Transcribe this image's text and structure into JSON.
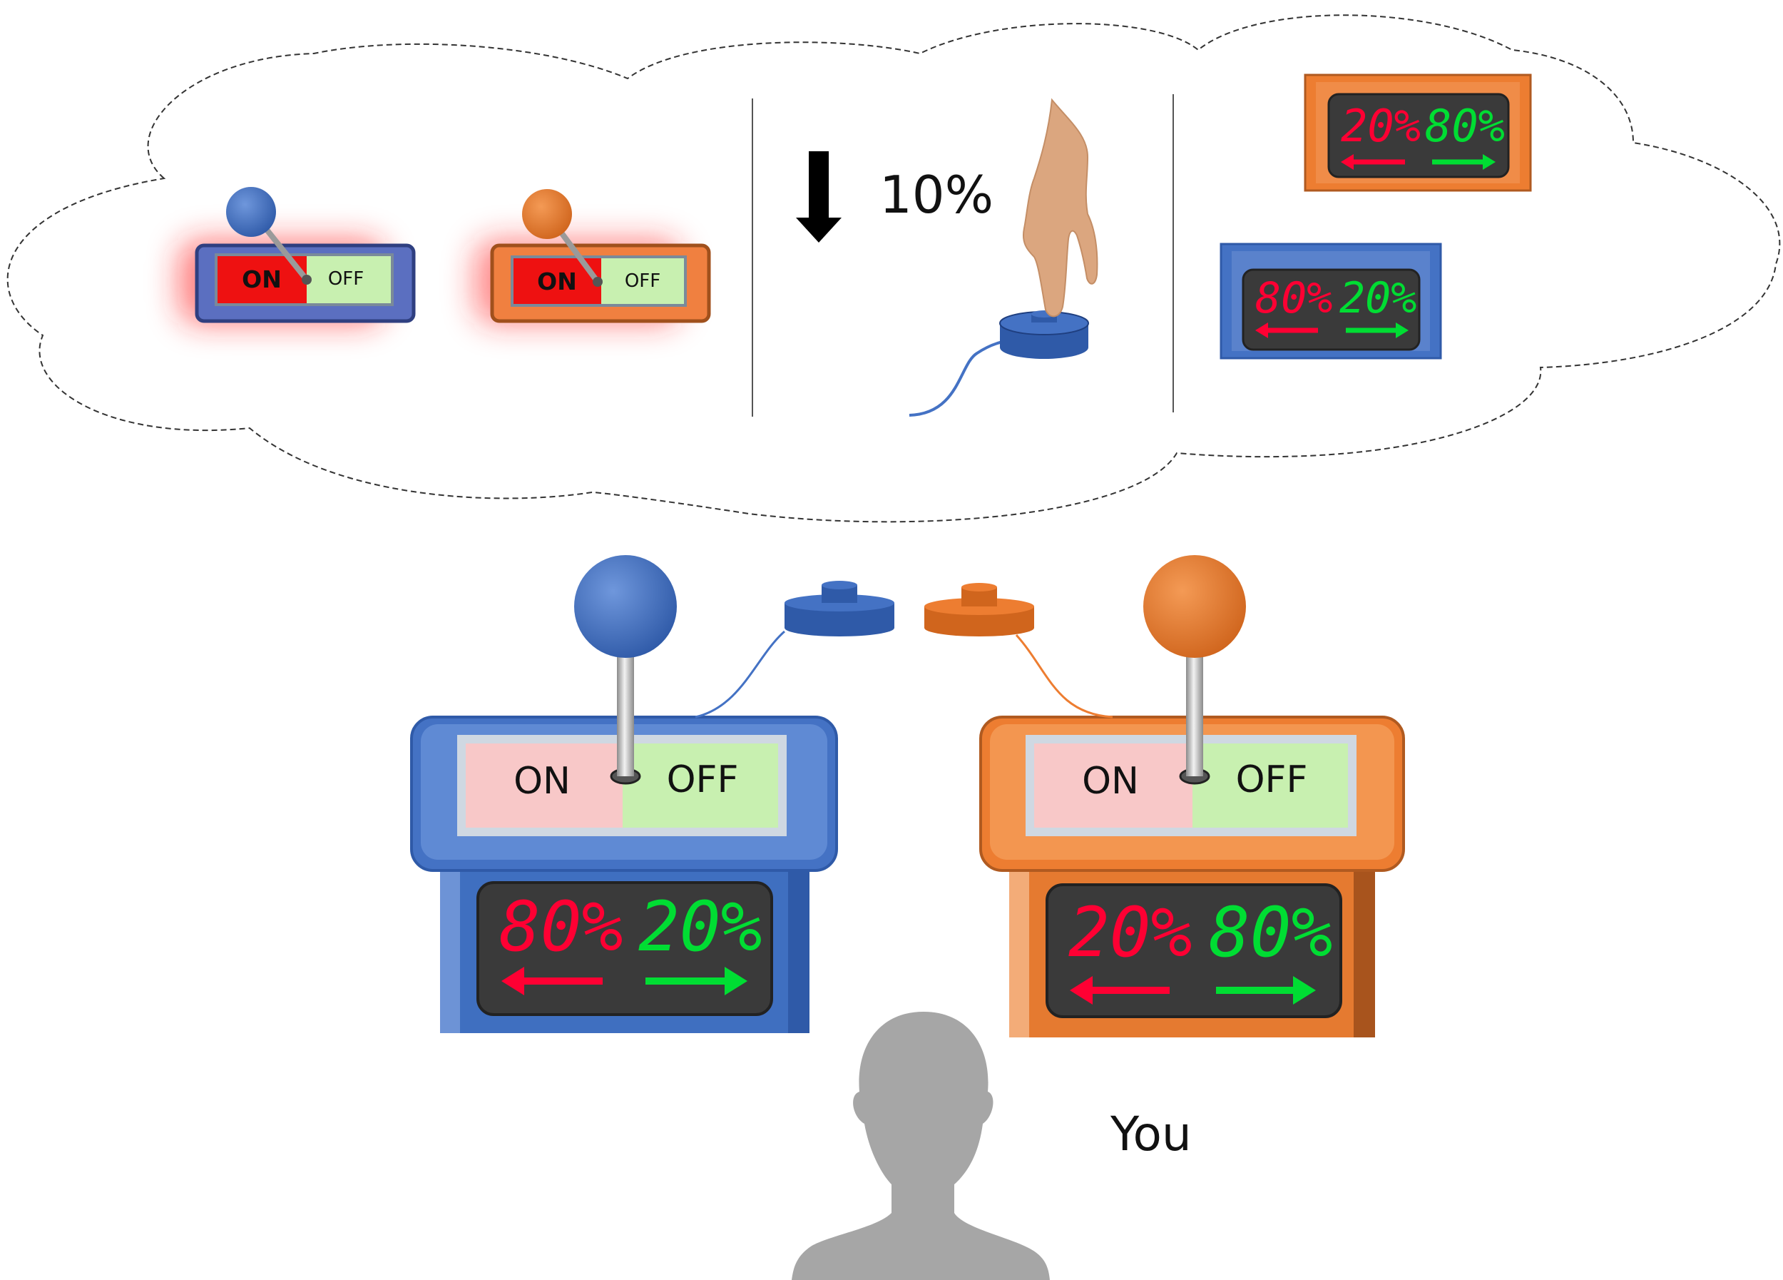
{
  "thought_cloud": {
    "switch_blue": {
      "on_label": "ON",
      "off_label": "OFF"
    },
    "switch_orange": {
      "on_label": "ON",
      "off_label": "OFF"
    },
    "drop_text": "10%",
    "display_orange": {
      "left_value": "20%",
      "right_value": "80%"
    },
    "display_blue": {
      "left_value": "80%",
      "right_value": "20%"
    }
  },
  "machines": {
    "blue": {
      "on_label": "ON",
      "off_label": "OFF",
      "left_value": "80%",
      "right_value": "20%"
    },
    "orange": {
      "on_label": "ON",
      "off_label": "OFF",
      "left_value": "20%",
      "right_value": "80%"
    }
  },
  "person": {
    "label": "You"
  },
  "colors": {
    "blue": "#4472c4",
    "orange": "#ed7d31",
    "red_digit": "#ff0033",
    "green_digit": "#00dd33",
    "on_fill": "#f8c8c8",
    "off_fill": "#c8f0b0",
    "display_bg": "#3a3a3a",
    "silhouette": "#a6a6a6"
  }
}
